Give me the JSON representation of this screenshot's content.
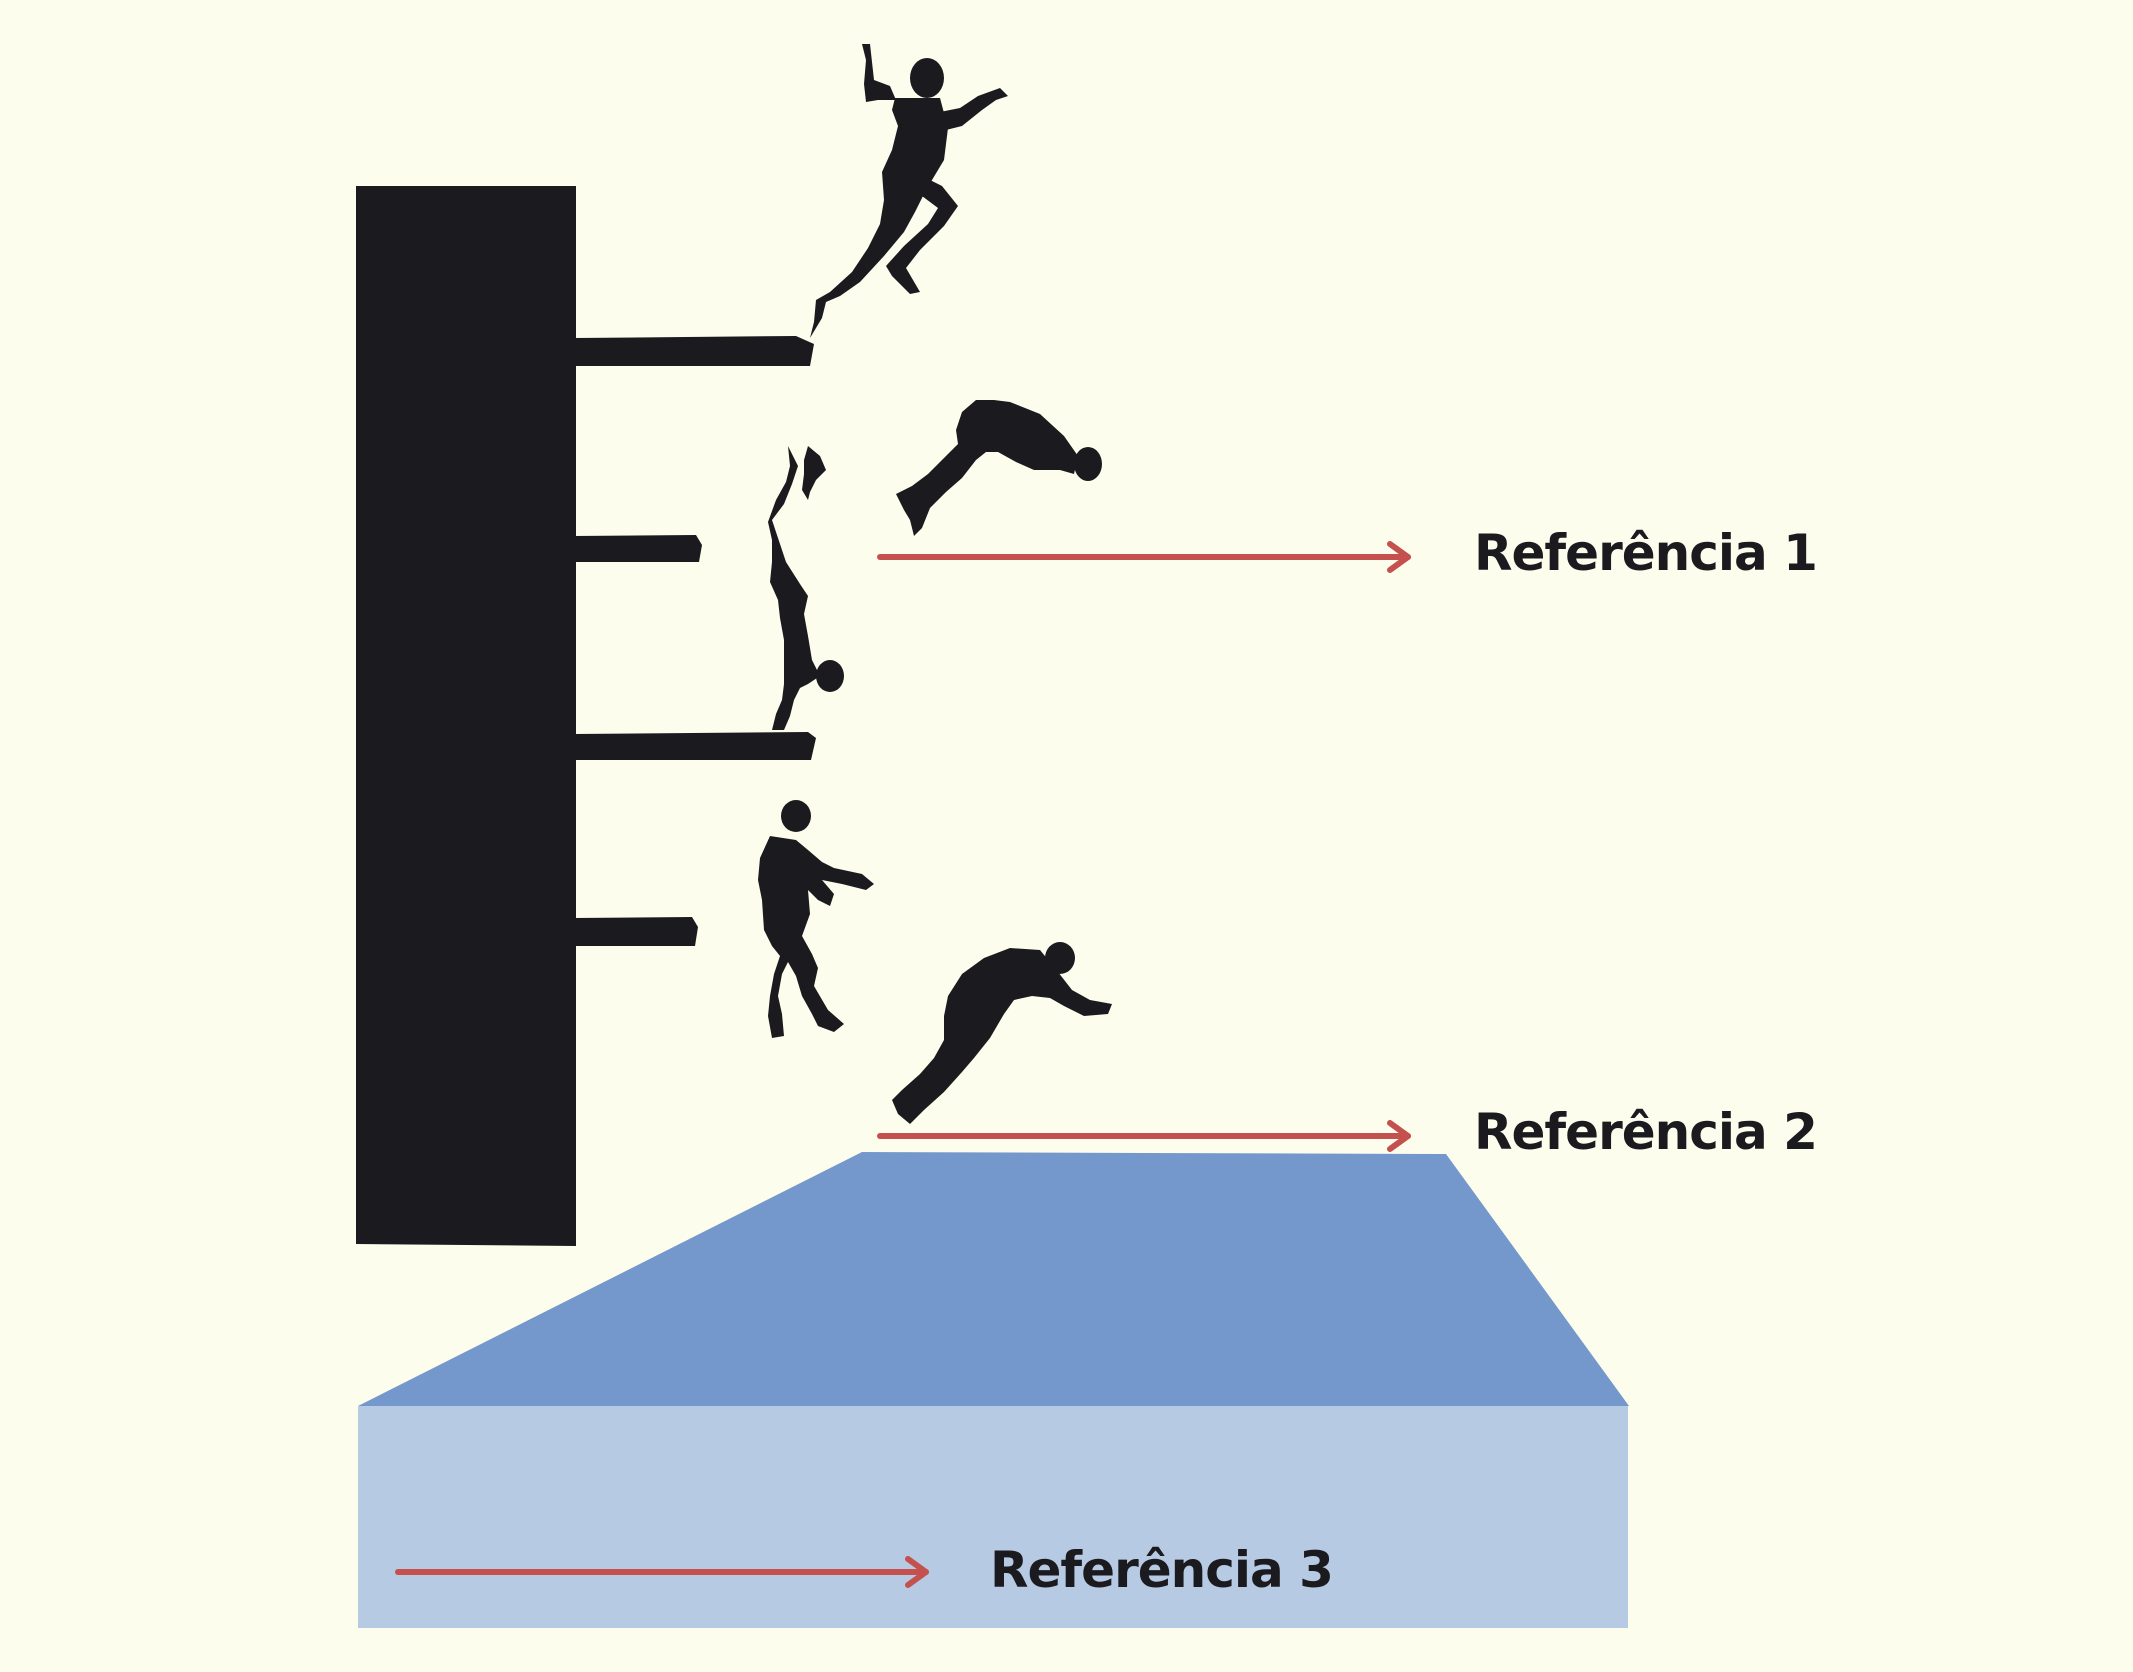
{
  "colors": {
    "background": "#fdfded",
    "tower": "#1b1b1f",
    "pool_top": "#7498cb",
    "pool_front": "#b6cae4",
    "arrow": "#c4514e"
  },
  "references": [
    {
      "label": "Referência 1"
    },
    {
      "label": "Referência 2"
    },
    {
      "label": "Referência 3"
    }
  ],
  "figures": [
    {
      "icon": "running-jump-diver-icon"
    },
    {
      "icon": "arching-diver-icon"
    },
    {
      "icon": "handstand-diver-icon"
    },
    {
      "icon": "standing-diver-icon"
    },
    {
      "icon": "piked-diver-icon"
    }
  ]
}
